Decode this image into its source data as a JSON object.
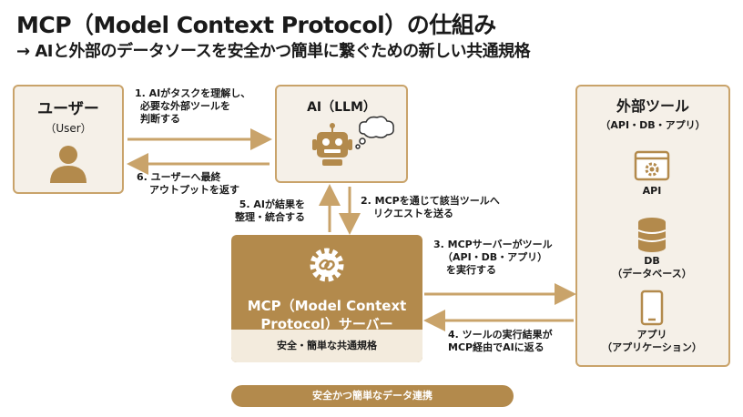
{
  "title": "MCP（Model Context Protocol）の仕組み",
  "subtitle": "→ AIと外部のデータソースを安全かつ簡単に繋ぐための新しい共通規格",
  "user_box": {
    "title": "ユーザー",
    "subtitle": "（User）"
  },
  "ai_box": {
    "title": "AI（LLM）"
  },
  "external_box": {
    "title": "外部ツール",
    "subtitle": "（API・DB・アプリ）"
  },
  "tools": [
    {
      "label": "API"
    },
    {
      "label": "DB",
      "sublabel": "（データベース）"
    },
    {
      "label": "アプリ",
      "sublabel": "（アプリケーション）"
    }
  ],
  "mcp_server": {
    "line1": "MCP（Model Context",
    "line2": "Protocol）サーバー",
    "footer": "安全・簡単な共通規格"
  },
  "steps": [
    {
      "l1": "1. AIがタスクを理解し、",
      "l2": "必要な外部ツールを",
      "l3": "判断する"
    },
    {
      "l1": "2. MCPを通じて該当ツールへ",
      "l2": "リクエストを送る"
    },
    {
      "l1": "3. MCPサーバーがツール",
      "l2": "（API・DB・アプリ）",
      "l3": "を実行する"
    },
    {
      "l1": "4. ツールの実行結果が",
      "l2": "MCP経由でAIに返る"
    },
    {
      "l1": "5. AIが結果を",
      "l2": "整理・統合する"
    },
    {
      "l1": "6. ユーザーへ最終",
      "l2": "アウトプットを返す"
    }
  ],
  "bottom_bar": "安全かつ簡単なデータ連携",
  "colors": {
    "accent": "#b38a4c",
    "border": "#c9a36a",
    "box_bg": "#f5f0e8"
  }
}
